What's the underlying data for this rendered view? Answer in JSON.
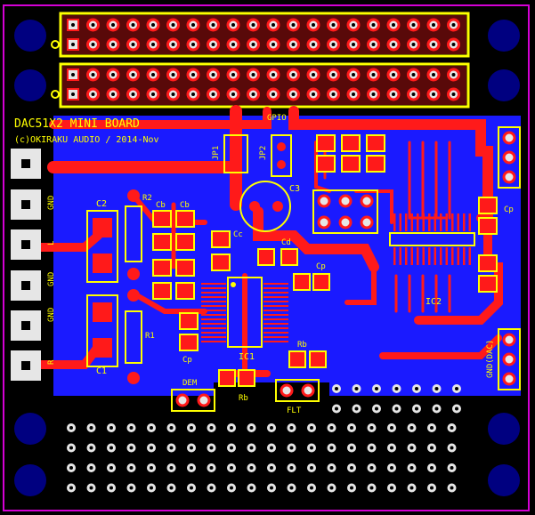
{
  "board": {
    "title_line1": "DAC51X2 MINI BOARD",
    "title_line2": "(c)OKIRAKU AUDIO / 2014-Nov",
    "colors": {
      "background": "#000000",
      "outline": "#d400d4",
      "copper_top": "#ff1a1a",
      "copper_pour": "#1a1aff",
      "silkscreen": "#ffff00",
      "pad_white": "#e6e6e6",
      "hole": "#000080"
    }
  },
  "labels": {
    "gpio": "GPIO",
    "jp1": "JP1",
    "jp2": "JP2",
    "c3": "C3",
    "c2": "C2",
    "c1": "C1",
    "r2": "R2",
    "r1": "R1",
    "cb_a": "Cb",
    "cb_b": "Cb",
    "cc": "Cc",
    "cd": "Cd",
    "cp_a": "Cp",
    "cp_b": "Cp",
    "cp_c": "Cp",
    "ic1": "IC1",
    "ic2": "IC2",
    "rb_a": "Rb",
    "rb_b": "Rb",
    "dem": "DEM",
    "flt": "FLT",
    "gnd_dac": "GND(DAC)",
    "conn_labels": [
      "GND",
      "L",
      "GND",
      "GND",
      "R"
    ]
  }
}
